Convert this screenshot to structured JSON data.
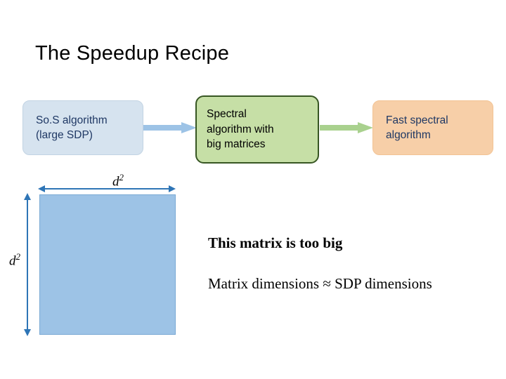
{
  "slide": {
    "title": "The Speedup Recipe",
    "background_color": "#ffffff"
  },
  "flow": {
    "boxes": [
      {
        "id": "sos",
        "label": "So.S algorithm\n(large SDP)",
        "fill": "#d6e3ef",
        "text_color": "#1f3864"
      },
      {
        "id": "spectral",
        "label": "Spectral\nalgorithm with\nbig matrices",
        "fill": "#c6dfa6",
        "border": "#375623",
        "text_color": "#000000"
      },
      {
        "id": "fast",
        "label": "Fast spectral\nalgorithm",
        "fill": "#f7cfa8",
        "text_color": "#1f3864"
      }
    ],
    "arrows": [
      {
        "id": "arrow-1",
        "color": "#9dc3e6"
      },
      {
        "id": "arrow-2",
        "color": "#a9d18e"
      }
    ]
  },
  "matrix": {
    "fill": "#9dc3e6",
    "border": "#7aa9d4",
    "dimension_top": "d",
    "dimension_top_exp": "2",
    "dimension_left": "d",
    "dimension_left_exp": "2",
    "arrow_color": "#2e75b6"
  },
  "captions": {
    "too_big": "This matrix is too big",
    "dimensions": "Matrix dimensions ≈ SDP dimensions"
  }
}
